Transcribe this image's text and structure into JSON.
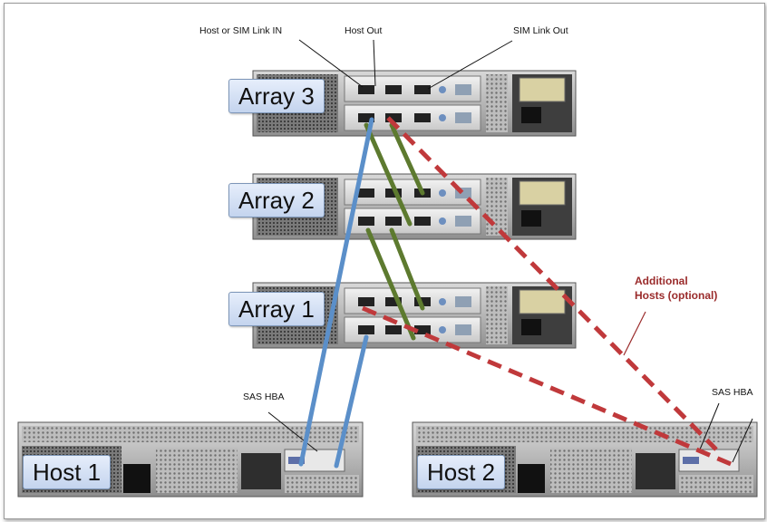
{
  "arrays": [
    {
      "label": "Array 3"
    },
    {
      "label": "Array 2"
    },
    {
      "label": "Array 1"
    }
  ],
  "hosts": [
    {
      "label": "Host 1"
    },
    {
      "label": "Host 2"
    }
  ],
  "callouts": {
    "host_or_sim_link_in": "Host or SIM Link IN",
    "host_out": "Host Out",
    "sim_link_out": "SIM Link Out",
    "sas_hba_host1": "SAS HBA",
    "sas_hba_host2": "SAS HBA"
  },
  "note": {
    "line1": "Additional",
    "line2": "Hosts (optional)"
  },
  "colors": {
    "host_link": "#5b8fc9",
    "sim_link": "#5d7a2f",
    "optional_link": "#c0393b"
  }
}
